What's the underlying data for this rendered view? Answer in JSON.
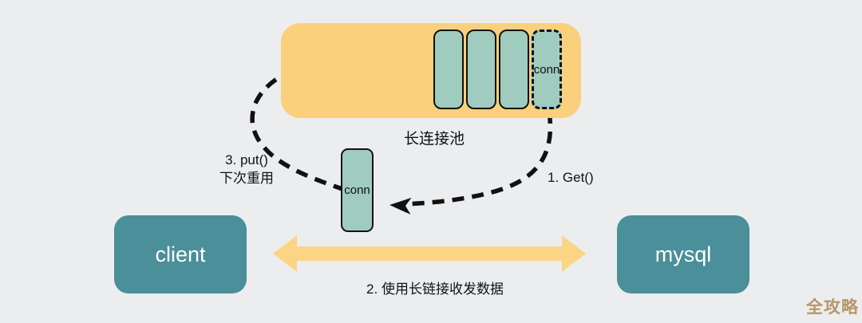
{
  "colors": {
    "background": "#ecedef",
    "pool_fill": "#fbd07c",
    "slot_fill": "#a0cbbf",
    "node_fill": "#4a8f99",
    "node_text": "#ffffff",
    "arrow_yellow": "#fcd584",
    "ink": "#111111",
    "watermark": "#b49768"
  },
  "pool": {
    "label": "长连接池",
    "slot_conn_label": "conn"
  },
  "conn_box": {
    "label": "conn"
  },
  "nodes": {
    "client": {
      "label": "client"
    },
    "mysql": {
      "label": "mysql"
    }
  },
  "annotations": {
    "put_step": "3. put()",
    "put_note": "下次重用",
    "get_step": "1. Get()",
    "transfer_step": "2. 使用长链接收发数据"
  },
  "watermark": {
    "text": "全攻略"
  }
}
